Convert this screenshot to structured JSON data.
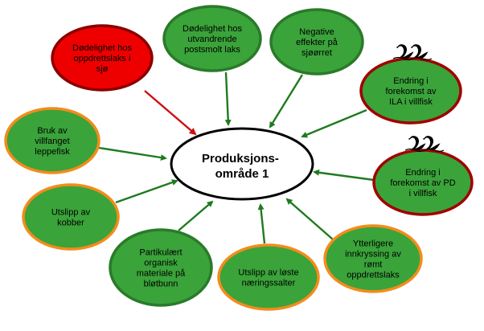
{
  "colors": {
    "node_fill": "#3aa33a",
    "red_fill": "#ee0000",
    "green_arrow": "#1f7a1f",
    "red_arrow": "#cc1111",
    "orange_border": "#f28c1c",
    "green_border": "#2a7a2a",
    "darkred_border": "#a00000",
    "red_border": "#8a0000",
    "center_fill": "#ffffff",
    "center_border": "#000000"
  },
  "center": {
    "lines": [
      "Produksjons-",
      "område 1"
    ]
  },
  "nodes": [
    {
      "id": "dodelighet-oppdrettslaks",
      "lines": [
        "Dødelighet hos",
        "oppdrettslaks i",
        "sjø"
      ],
      "border": "red",
      "fill": "red",
      "arrow": "red"
    },
    {
      "id": "dodelighet-postsmolt",
      "lines": [
        "Dødelighet hos",
        "utvandrende",
        "postsmolt laks"
      ],
      "border": "green",
      "fill": "green",
      "arrow": "green"
    },
    {
      "id": "negative-effekter-sjoorret",
      "lines": [
        "Negative",
        "effekter på",
        "sjøørret"
      ],
      "border": "green",
      "fill": "green",
      "arrow": "green"
    },
    {
      "id": "endring-ila",
      "lines": [
        "Endring i",
        "forekomst av",
        "ILA i villfisk"
      ],
      "border": "darkred",
      "fill": "green",
      "arrow": "green",
      "swan": true
    },
    {
      "id": "endring-pd",
      "lines": [
        "Endring i",
        "forekomst av PD",
        "i villfisk"
      ],
      "border": "darkred",
      "fill": "green",
      "arrow": "green",
      "swan": true
    },
    {
      "id": "innkryssing-romt",
      "lines": [
        "Ytterligere",
        "innkryssing av",
        "rømt",
        "oppdrettslaks"
      ],
      "border": "orange",
      "fill": "green",
      "arrow": "green"
    },
    {
      "id": "utslipp-naeringssalter",
      "lines": [
        "Utslipp av løste",
        "næringssalter"
      ],
      "border": "orange",
      "fill": "green",
      "arrow": "green"
    },
    {
      "id": "partikulaert-organisk",
      "lines": [
        "Partikulært",
        "organisk",
        "materiale på",
        "bløtbunn"
      ],
      "border": "green",
      "fill": "green",
      "arrow": "green"
    },
    {
      "id": "utslipp-kobber",
      "lines": [
        "Utslipp av",
        "kobber"
      ],
      "border": "orange",
      "fill": "green",
      "arrow": "green"
    },
    {
      "id": "villfanget-leppefisk",
      "lines": [
        "Bruk av",
        "villfanget",
        "leppefisk"
      ],
      "border": "orange",
      "fill": "green",
      "arrow": "green"
    }
  ]
}
